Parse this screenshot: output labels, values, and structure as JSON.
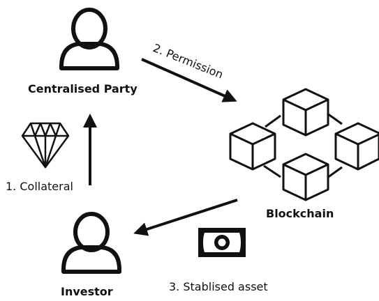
{
  "nodes": {
    "centralised_party": {
      "label": "Centralised Party",
      "icon": "person-icon"
    },
    "investor": {
      "label": "Investor",
      "icon": "person-icon"
    },
    "blockchain": {
      "label": "Blockchain",
      "icon": "blockchain-icon"
    }
  },
  "edges": {
    "collateral": {
      "label": "1. Collateral",
      "icon": "diamond-icon"
    },
    "permission": {
      "label": "2. Permission"
    },
    "stablised_asset": {
      "label": "3. Stablised asset",
      "icon": "banknote-icon"
    }
  },
  "colors": {
    "stroke": "#111111",
    "background": "#ffffff"
  }
}
